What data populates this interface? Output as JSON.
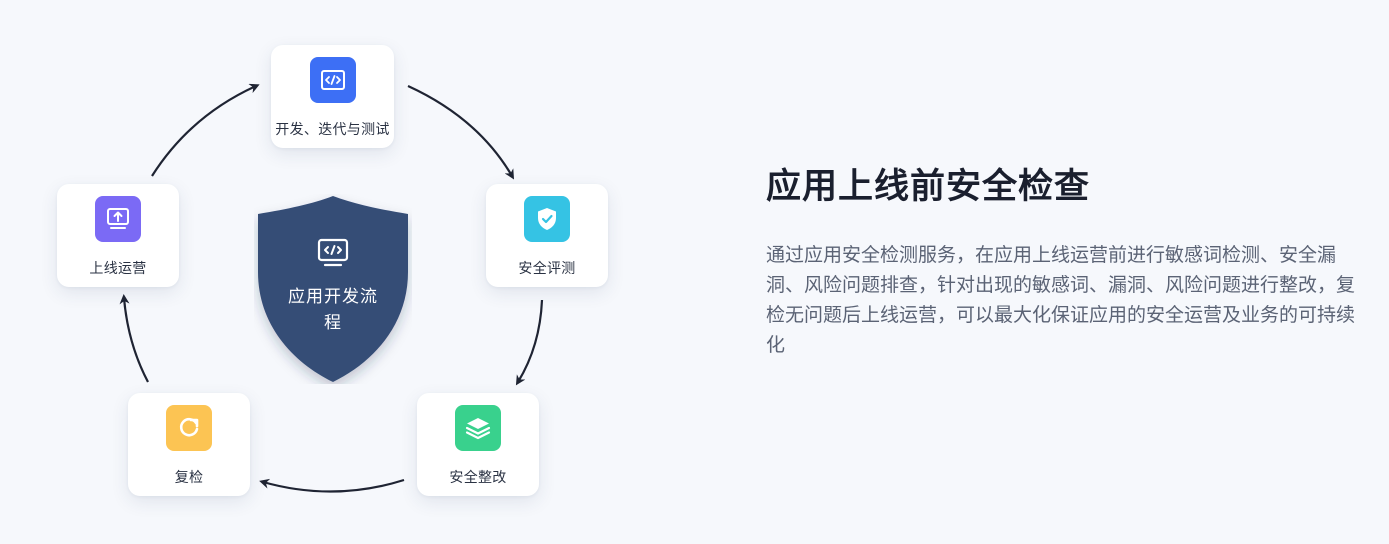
{
  "diagram": {
    "center": {
      "title": "应用开发流程",
      "icon": "code-window-icon"
    },
    "steps": [
      {
        "label": "开发、迭代与测试",
        "icon": "code-icon",
        "color": "#3d6ff5"
      },
      {
        "label": "安全评测",
        "icon": "shield-check-icon",
        "color": "#35c3e4"
      },
      {
        "label": "安全整改",
        "icon": "layers-icon",
        "color": "#39d18d"
      },
      {
        "label": "复检",
        "icon": "refresh-icon",
        "color": "#fcc453"
      },
      {
        "label": "上线运营",
        "icon": "upload-icon",
        "color": "#7b6af5"
      }
    ],
    "shield_color": "#354d76",
    "arrow_color": "#1f2433"
  },
  "info": {
    "title": "应用上线前安全检查",
    "description": "通过应用安全检测服务，在应用上线运营前进行敏感词检测、安全漏洞、风险问题排查，针对出现的敏感词、漏洞、风险问题进行整改，复检无问题后上线运营，可以最大化保证应用的安全运营及业务的可持续化"
  }
}
